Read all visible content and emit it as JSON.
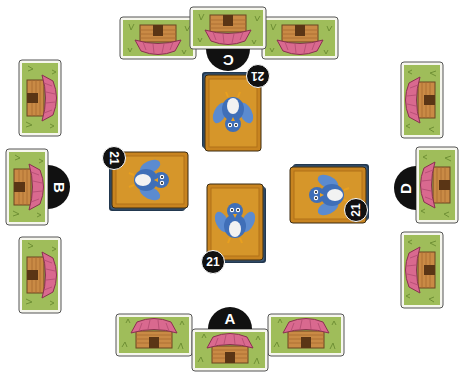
{
  "diagram": {
    "nodes": [
      {
        "text": [
          "C"
        ]
      },
      {
        "text": [
          "21"
        ]
      },
      {
        "text": [
          "21"
        ]
      },
      {
        "text": [
          "B"
        ]
      },
      {
        "text": [
          "D"
        ]
      },
      {
        "text": [
          "21"
        ]
      },
      {
        "text": [
          "21"
        ]
      },
      {
        "text": [
          "A"
        ]
      }
    ]
  }
}
